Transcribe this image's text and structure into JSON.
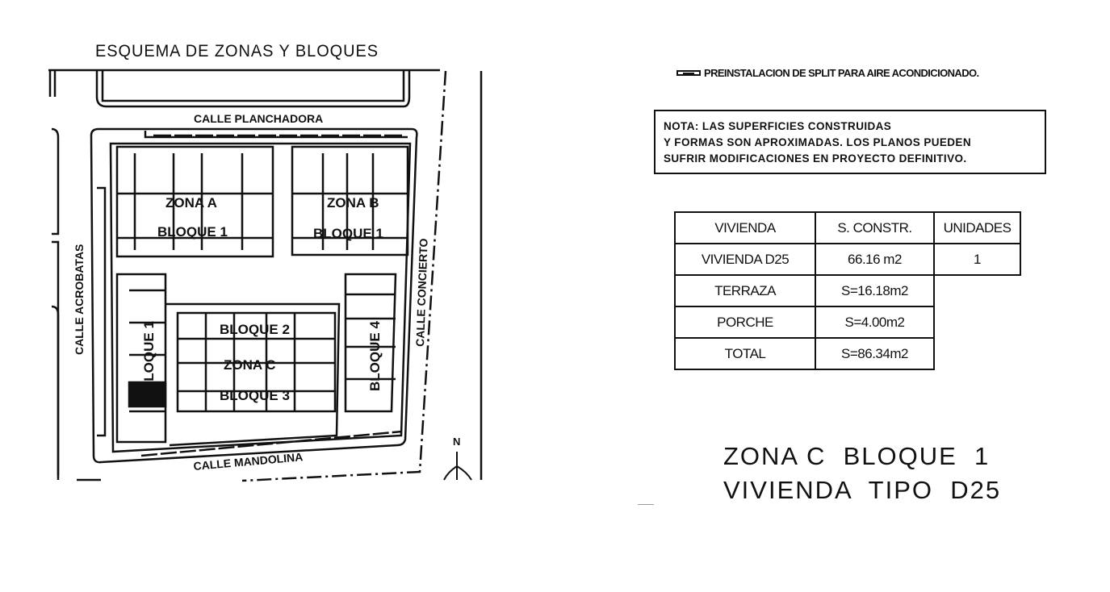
{
  "plan": {
    "title": "ESQUEMA DE ZONAS Y BLOQUES",
    "streets": {
      "north": "CALLE PLANCHADORA",
      "west": "CALLE ACROBATAS",
      "east": "CALLE CONCIERTO",
      "south": "CALLE MANDOLINA"
    },
    "zones": {
      "a_zone": "ZONA A",
      "a_block": "BLOQUE 1",
      "b_zone": "ZONA B",
      "b_block": "BLOQUE 1",
      "c_zone": "ZONA C",
      "c_block1": "BLOQUE 1",
      "c_block2": "BLOQUE 2",
      "c_block3": "BLOQUE 3",
      "c_block4": "BLOQUE 4"
    },
    "north_label": "N"
  },
  "legend": {
    "text": "PREINSTALACION DE SPLIT PARA AIRE ACONDICIONADO.",
    "icon": "split-unit-symbol"
  },
  "note": {
    "lines": [
      "NOTA: LAS SUPERFICIES   CONSTRUIDAS",
      "Y FORMAS SON APROXIMADAS. LOS PLANOS PUEDEN",
      "SUFRIR MODIFICACIONES EN PROYECTO DEFINITIVO."
    ]
  },
  "table": {
    "headers": [
      "VIVIENDA",
      "S. CONSTR.",
      "UNIDADES"
    ],
    "rows": [
      [
        "VIVIENDA D25",
        "66.16  m2",
        "1"
      ],
      [
        "TERRAZA",
        "S=16.18m2"
      ],
      [
        "PORCHE",
        "S=4.00m2"
      ],
      [
        "TOTAL",
        "S=86.34m2"
      ]
    ]
  },
  "heading": {
    "line1": "ZONA C  BLOQUE  1",
    "line2": "VIVIENDA  TIPO  D25"
  }
}
